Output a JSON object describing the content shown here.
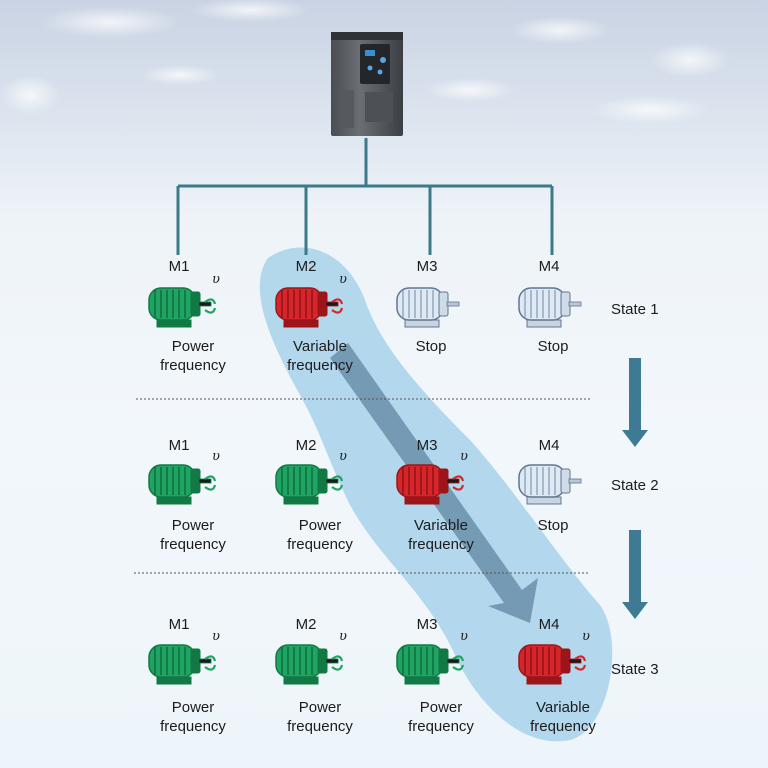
{
  "inverter": {
    "icon": "vfd-inverter-icon"
  },
  "colors": {
    "power": "#1fa463",
    "variable": "#d7262b",
    "stop": "#dfe9f4",
    "bus": "#3c7a8a",
    "highlight": "#9fcbe6",
    "arrow": "#5e8aa6"
  },
  "states": [
    {
      "label": "State 1",
      "motors": [
        {
          "name": "M1",
          "mode": "power",
          "line1": "Power",
          "line2": "frequency",
          "speed": "υ"
        },
        {
          "name": "M2",
          "mode": "variable",
          "line1": "Variable",
          "line2": "frequency",
          "speed": "υ"
        },
        {
          "name": "M3",
          "mode": "stop",
          "line1": "Stop",
          "line2": "",
          "speed": ""
        },
        {
          "name": "M4",
          "mode": "stop",
          "line1": "Stop",
          "line2": "",
          "speed": ""
        }
      ]
    },
    {
      "label": "State 2",
      "motors": [
        {
          "name": "M1",
          "mode": "power",
          "line1": "Power",
          "line2": "frequency",
          "speed": "υ"
        },
        {
          "name": "M2",
          "mode": "power",
          "line1": "Power",
          "line2": "frequency",
          "speed": "υ"
        },
        {
          "name": "M3",
          "mode": "variable",
          "line1": "Variable",
          "line2": "frequency",
          "speed": "υ"
        },
        {
          "name": "M4",
          "mode": "stop",
          "line1": "Stop",
          "line2": "",
          "speed": ""
        }
      ]
    },
    {
      "label": "State 3",
      "motors": [
        {
          "name": "M1",
          "mode": "power",
          "line1": "Power",
          "line2": "frequency",
          "speed": "υ"
        },
        {
          "name": "M2",
          "mode": "power",
          "line1": "Power",
          "line2": "frequency",
          "speed": "υ"
        },
        {
          "name": "M3",
          "mode": "power",
          "line1": "Power",
          "line2": "frequency",
          "speed": "υ"
        },
        {
          "name": "M4",
          "mode": "variable",
          "line1": "Variable",
          "line2": "frequency",
          "speed": "υ"
        }
      ]
    }
  ]
}
